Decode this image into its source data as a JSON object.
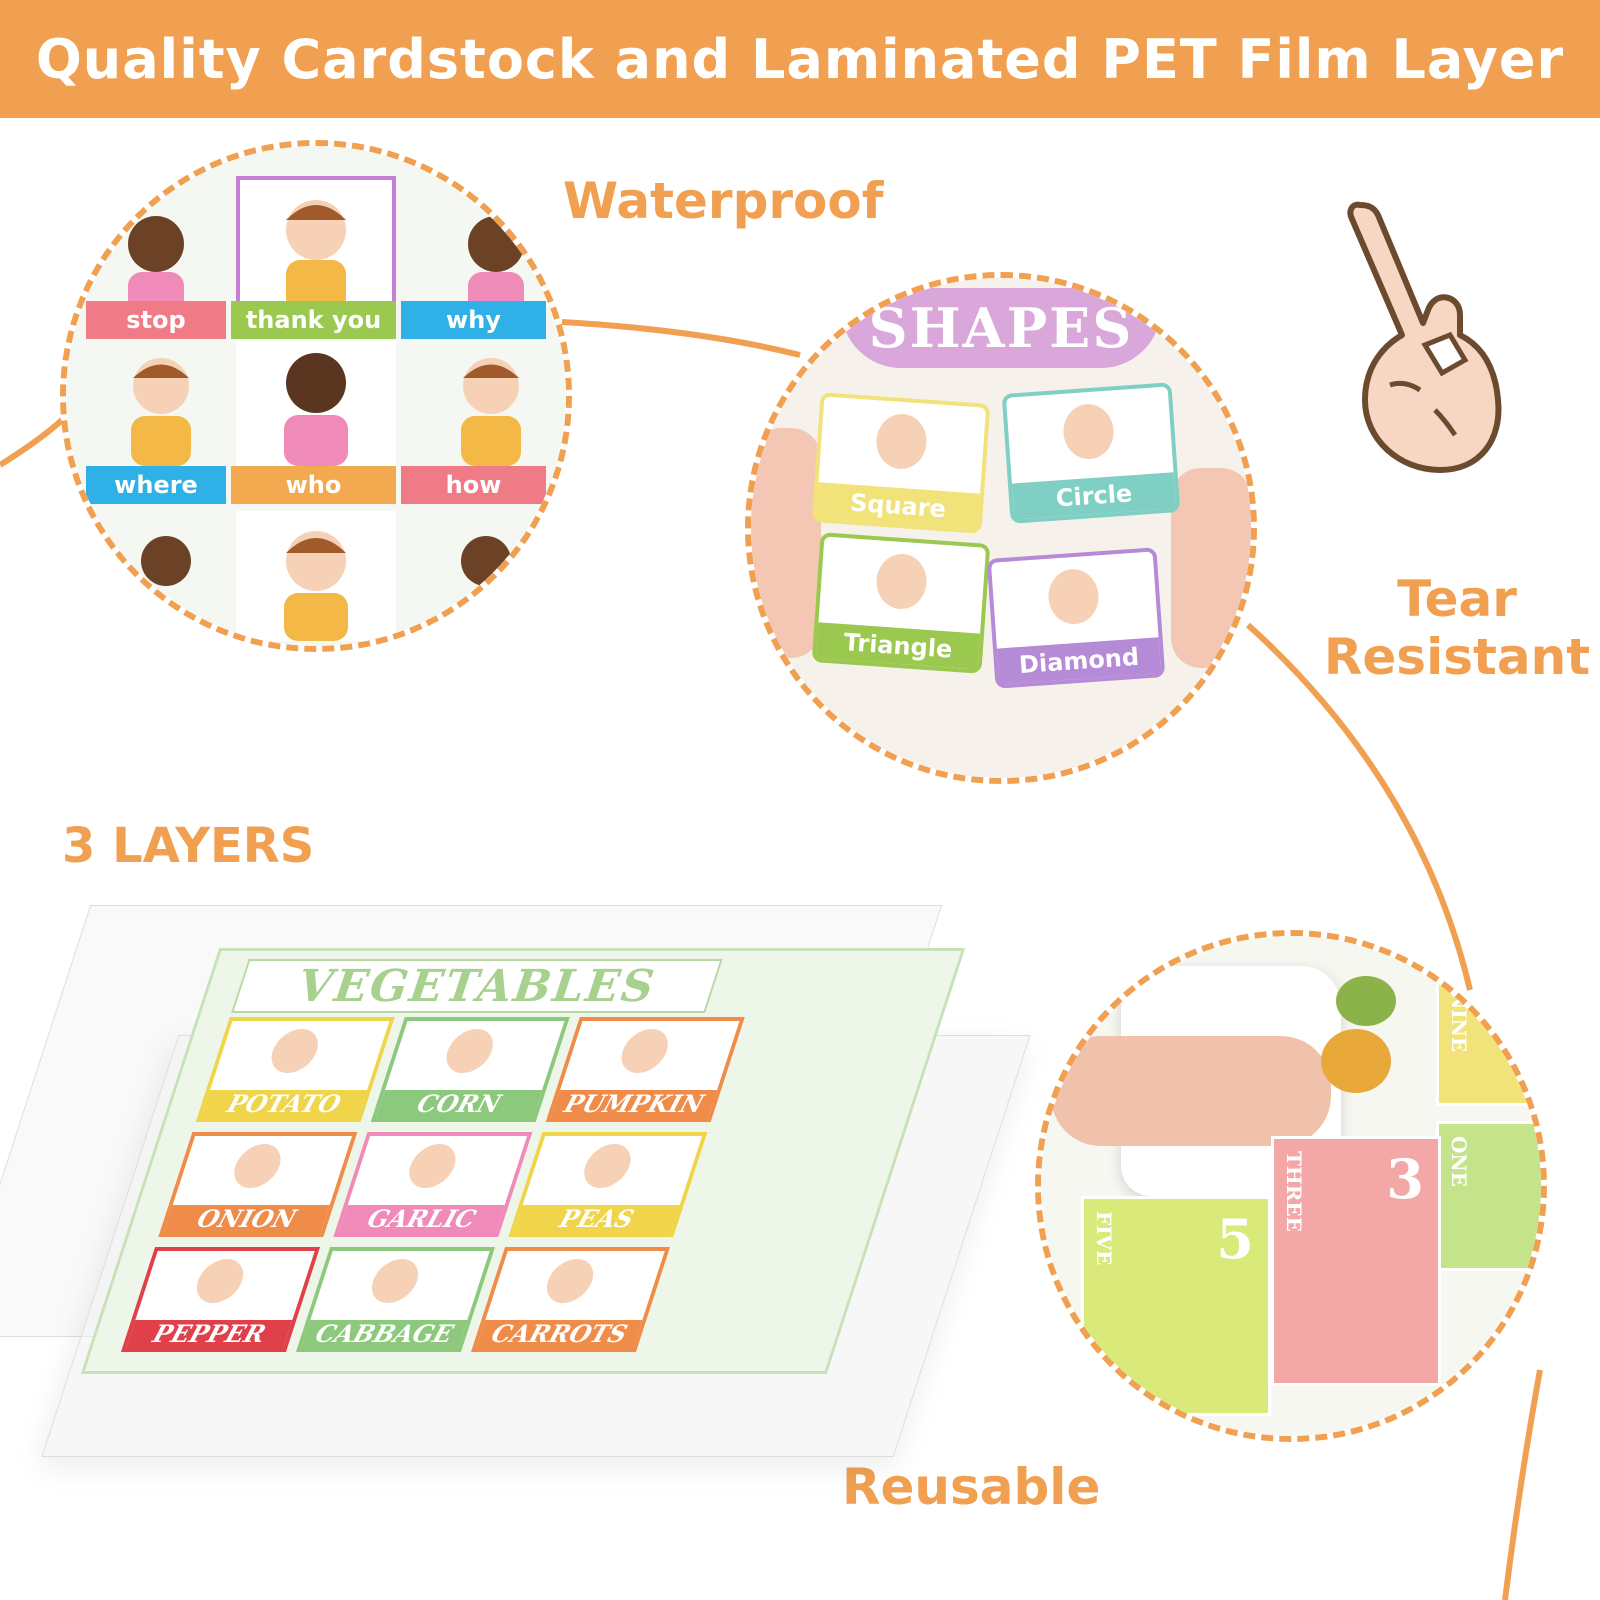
{
  "banner": {
    "title": "Quality Cardstock and Laminated PET Film Layer"
  },
  "features": {
    "waterproof": "Waterproof",
    "tear_resistant_line1": "Tear",
    "tear_resistant_line2": "Resistant",
    "three_layers": "3 LAYERS",
    "reusable": "Reusable"
  },
  "sign_cards": [
    {
      "label": "stop",
      "color": "#ef7b86"
    },
    {
      "label": "thank you",
      "color": "#9bc94f"
    },
    {
      "label": "why",
      "color": "#2fb0e6"
    },
    {
      "label": "where",
      "color": "#2fb0e6"
    },
    {
      "label": "who",
      "color": "#f3a94f"
    },
    {
      "label": "how",
      "color": "#ef7b86"
    }
  ],
  "shapes_chart": {
    "title": "SHAPES",
    "cards": [
      {
        "label": "Square",
        "color": "#f2e27a"
      },
      {
        "label": "Circle",
        "color": "#7fcfc4"
      },
      {
        "label": "Triangle",
        "color": "#9bc94f"
      },
      {
        "label": "Diamond",
        "color": "#b58ad6"
      }
    ]
  },
  "vegetables_chart": {
    "title": "VEGETABLES",
    "cards": [
      {
        "label": "POTATO",
        "color": "#f0d54a"
      },
      {
        "label": "CORN",
        "color": "#8dc97c"
      },
      {
        "label": "PUMPKIN",
        "color": "#f08c4a"
      },
      {
        "label": "ONION",
        "color": "#f08c4a"
      },
      {
        "label": "GARLIC",
        "color": "#f08ab8"
      },
      {
        "label": "PEAS",
        "color": "#f0d54a"
      },
      {
        "label": "PEPPER",
        "color": "#e0404a"
      },
      {
        "label": "CABBAGE",
        "color": "#8dc97c"
      },
      {
        "label": "CARROTS",
        "color": "#f08c4a"
      }
    ]
  },
  "numbers_chart": {
    "cards": [
      {
        "word": "NINE",
        "color": "#f2e27a"
      },
      {
        "word": "ONE",
        "color": "#c5e38a"
      },
      {
        "digit": "3",
        "word": "THREE",
        "color": "#f3a7a7"
      },
      {
        "digit": "5",
        "word": "FIVE",
        "color": "#d9e97a"
      }
    ]
  },
  "colors": {
    "accent": "#f0a050",
    "white": "#ffffff"
  },
  "icons": [
    "sign-language-hand-icon"
  ]
}
